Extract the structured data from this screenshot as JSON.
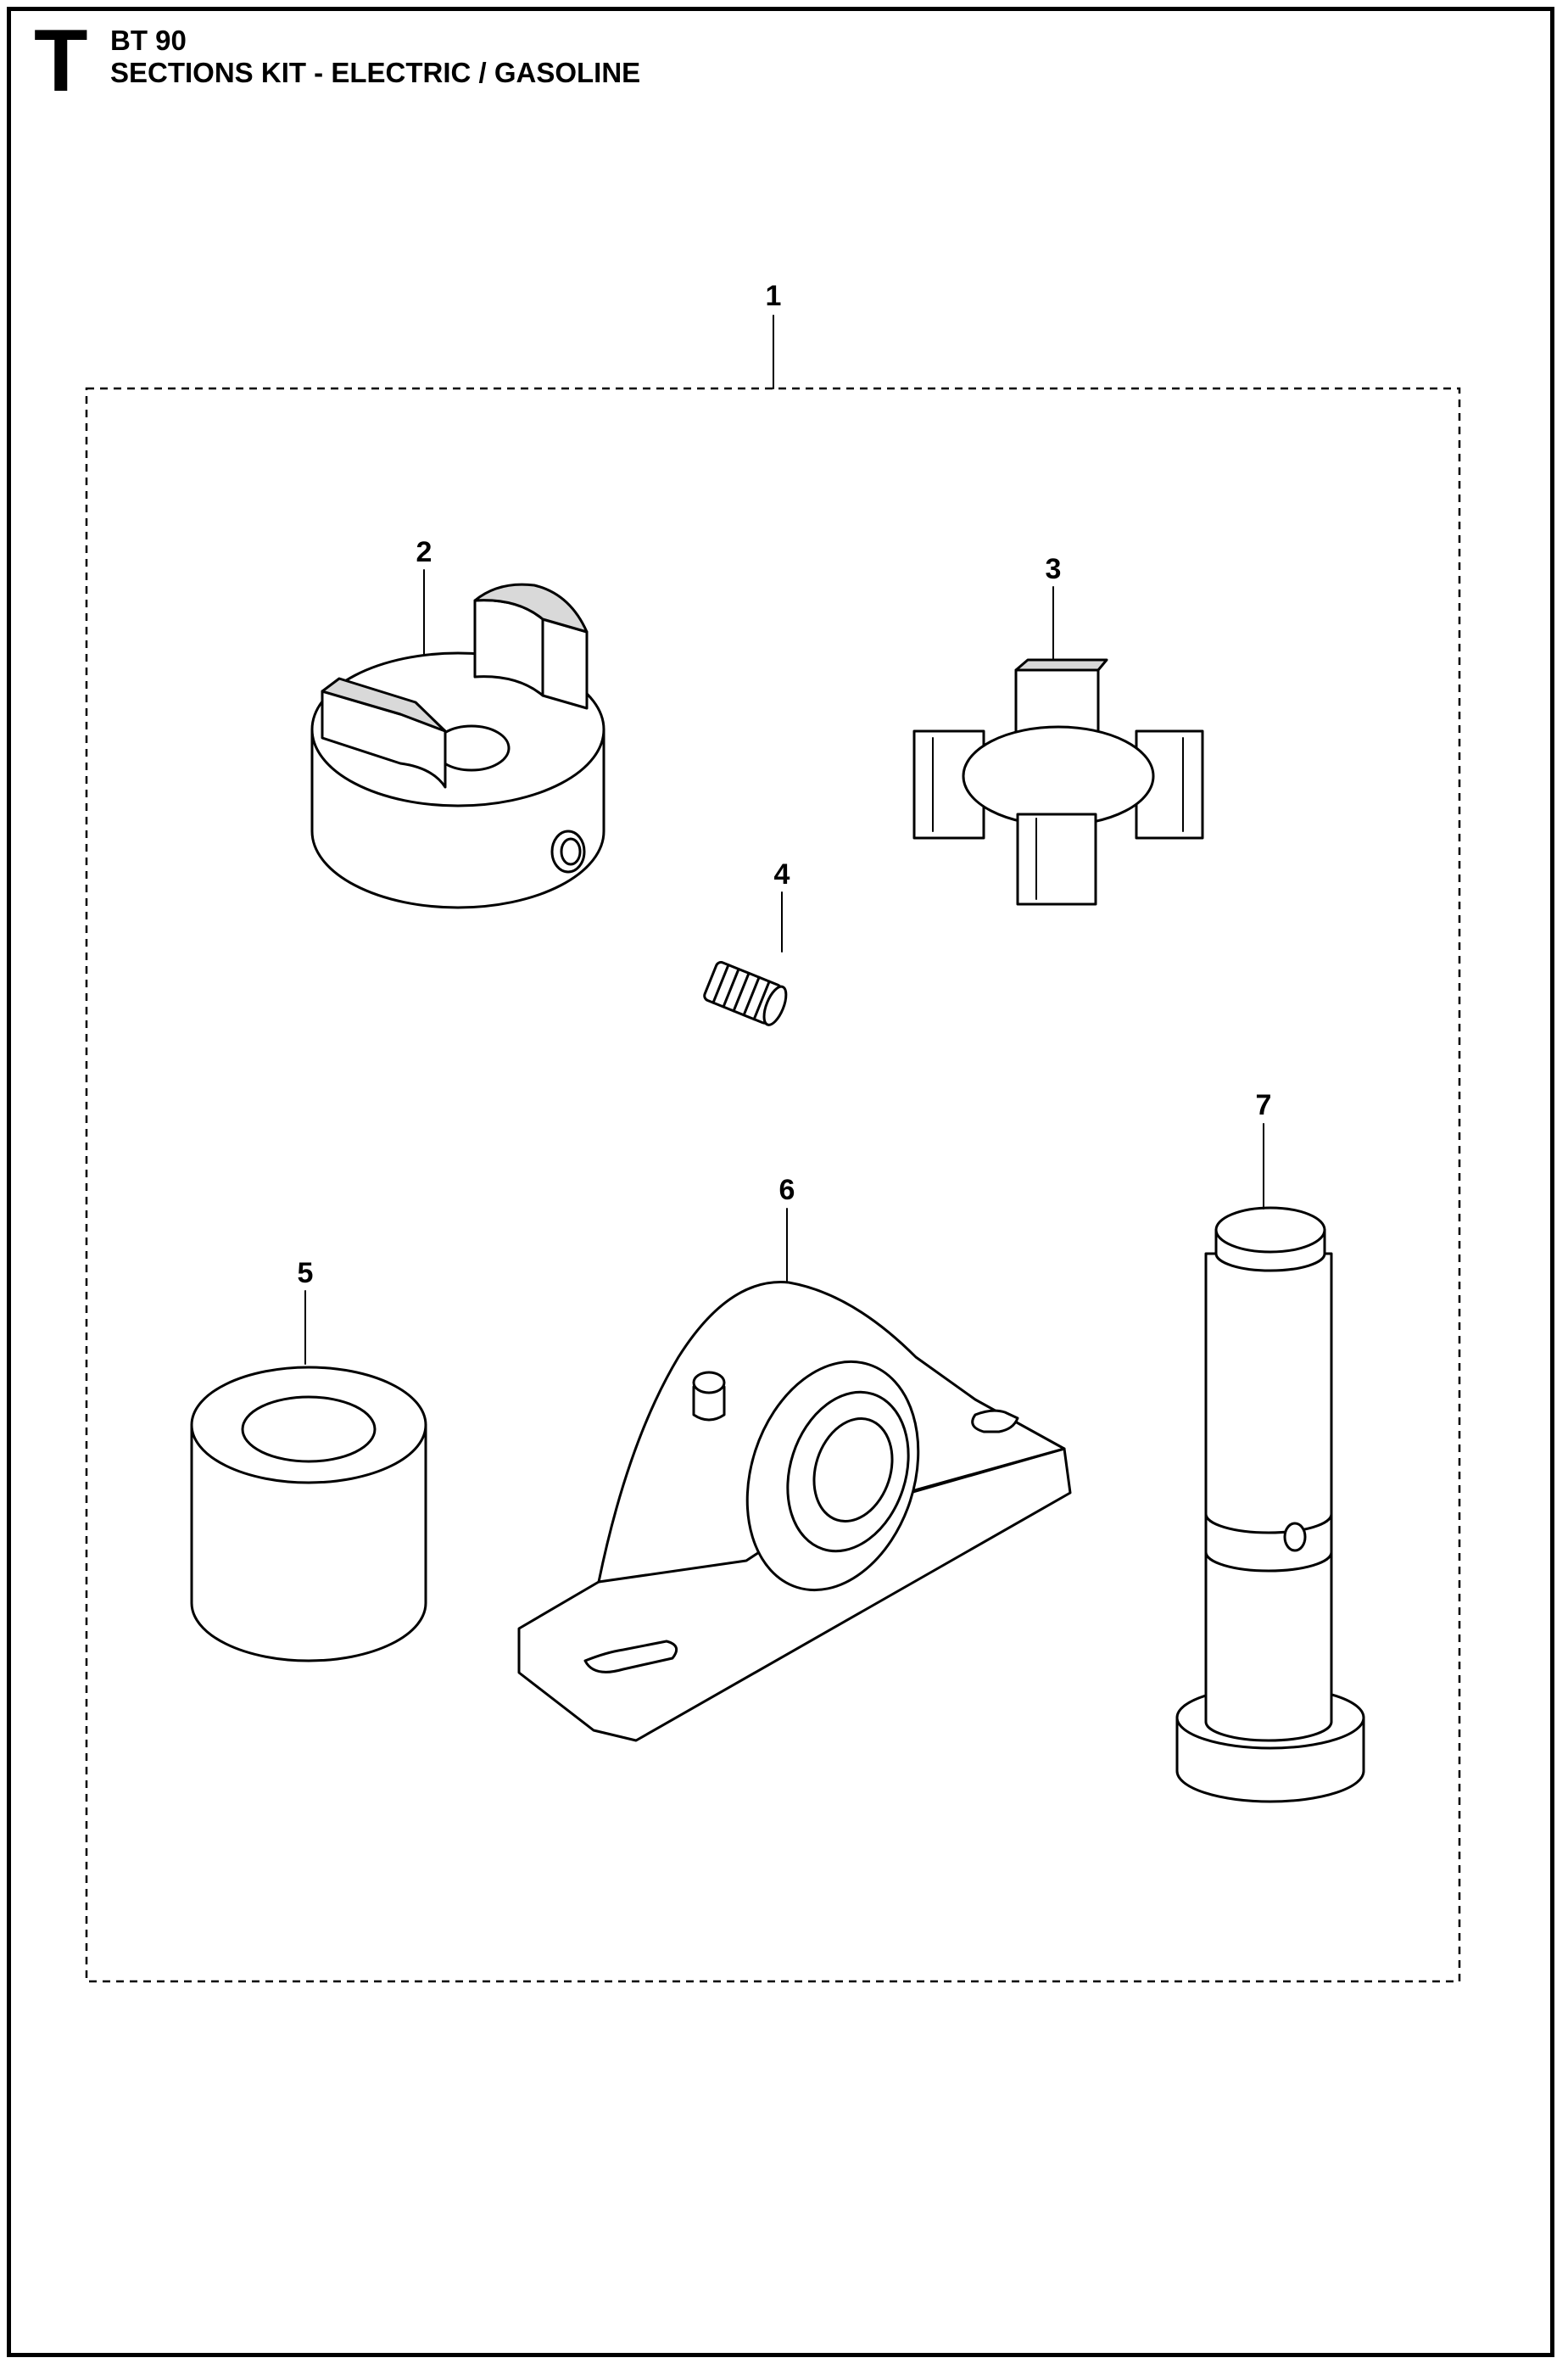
{
  "header": {
    "section_letter": "T",
    "model": "BT 90",
    "title": "SECTIONS KIT - ELECTRIC / GASOLINE"
  },
  "callouts": {
    "kit": "1",
    "coupling_hub": "2",
    "spider_insert": "3",
    "set_screw": "4",
    "bushing": "5",
    "pillow_block_bearing": "6",
    "shaft": "7"
  }
}
